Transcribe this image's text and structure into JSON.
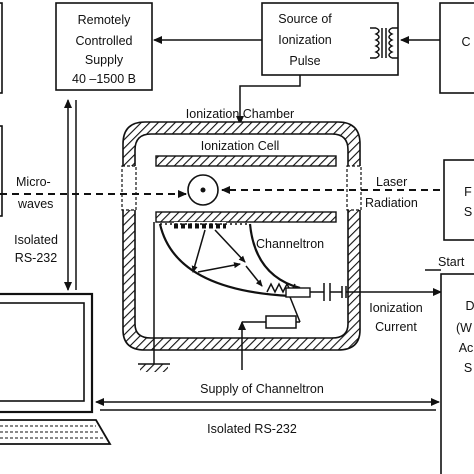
{
  "blocks": {
    "remote_supply": [
      "Remotely",
      "Controlled",
      "Supply",
      "40 –1500 B"
    ],
    "ionization_pulse": [
      "Source of",
      "Ionization",
      "Pulse"
    ],
    "right_top_partial": "C",
    "right_mid_partial": [
      "F",
      "S"
    ],
    "right_bottom_partial": [
      "D",
      "(W",
      "Ac",
      "S"
    ]
  },
  "labels": {
    "ionization_chamber": "Ionization   Chamber",
    "ionization_cell": "Ionization    Cell",
    "microwaves_1": "Micro-",
    "microwaves_2": "waves",
    "laser_1": "Laser",
    "laser_2": "Radiation",
    "isolated_1": "Isolated",
    "isolated_2": "RS-232",
    "channeltron": "Channeltron",
    "ion_current_1": "Ionization",
    "ion_current_2": "Current",
    "supply_channeltron": "Supply   of   Channeltron",
    "isolated_bottom": "Isolated RS-232",
    "start": "Start"
  },
  "colors": {
    "ink": "#111111",
    "background": "#ffffff",
    "hatch": "#111111"
  }
}
